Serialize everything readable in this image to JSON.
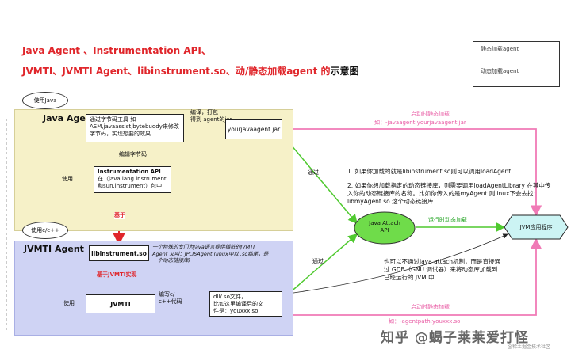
{
  "title": {
    "line1": "Java Agent 、Instrumentation API、",
    "line2_prefix": "JVMTI、JVMTI Agent、libinstrument.so、动/静态加载agent  的",
    "line2_suffix": "示意图"
  },
  "legend": {
    "static": "静态加载agent",
    "dynamic": "动态加载agent",
    "colors": {
      "static": "#f07ab6",
      "dynamic": "#5bd83a"
    }
  },
  "java_panel": {
    "bubble": "使用Java",
    "label": "Java Agent",
    "bytecode_box": "通过字节码工具 如ASM,javaassist,bytebuddy来修改字节码，实现想要的效果",
    "compile_label": "编译，打包\n得到 agent的jar",
    "jar_box": "yourjavaagent.jar",
    "edit_label": "编辑字节码",
    "use_label": "使用",
    "instr_title": "Instrumentation API",
    "instr_desc": "在（java.lang.instrument和sun.instrument）包中"
  },
  "based_on": "基于",
  "cpp_panel": {
    "bubble": "使用c/c++",
    "label": "JVMTI Agent",
    "lib_box": "libinstrument.so",
    "lib_desc": "一个特殊的专门为Java语言提供插桩的JVMTI Agent 又叫：JPLISAgent (linux中以 .so结尾，是一个动态链接库)",
    "based_jvmti": "基于JVMTI实现",
    "use_label": "使用",
    "jvmti_box": "JVMTI",
    "write_label": "编写c/\nc++代码",
    "dll_box": "dll/.so文件，\n比如这里编译后的文\n件是：youxxx.so"
  },
  "attach": {
    "box": "Java Attach\nAPI",
    "via1": "通过",
    "via2": "通过",
    "runtime_label": "运行时动态加载"
  },
  "jvm_box": "JVM应用程序",
  "static_top": {
    "label": "启动时静态加载",
    "cmd": "如：-javaagent:yourjavaagent.jar"
  },
  "static_bottom": {
    "label": "启动时静态加载",
    "cmd": "如：-agentpath:youxxx.so"
  },
  "notes": {
    "n1": "1. 如果你加载的就是libinstrument.so则可以调用loadAgent",
    "n2": "2. 如果你想加载指定的动态链接库，则需要调用loadAgentLibrary 在其中传入你的动态链接库的名称。比如你传入的是myAgent 则linux下会去找：libmyAgent.so 这个动态链接库",
    "n3": "也可以不通过java attach机制，而是直接通过 GDB（GNU 调试器）来将动态库加载到已经运行的 JVM 中"
  },
  "watermark": "知乎 @蝎子莱莱爱打怪",
  "corner": "@稀土掘金技术社区"
}
